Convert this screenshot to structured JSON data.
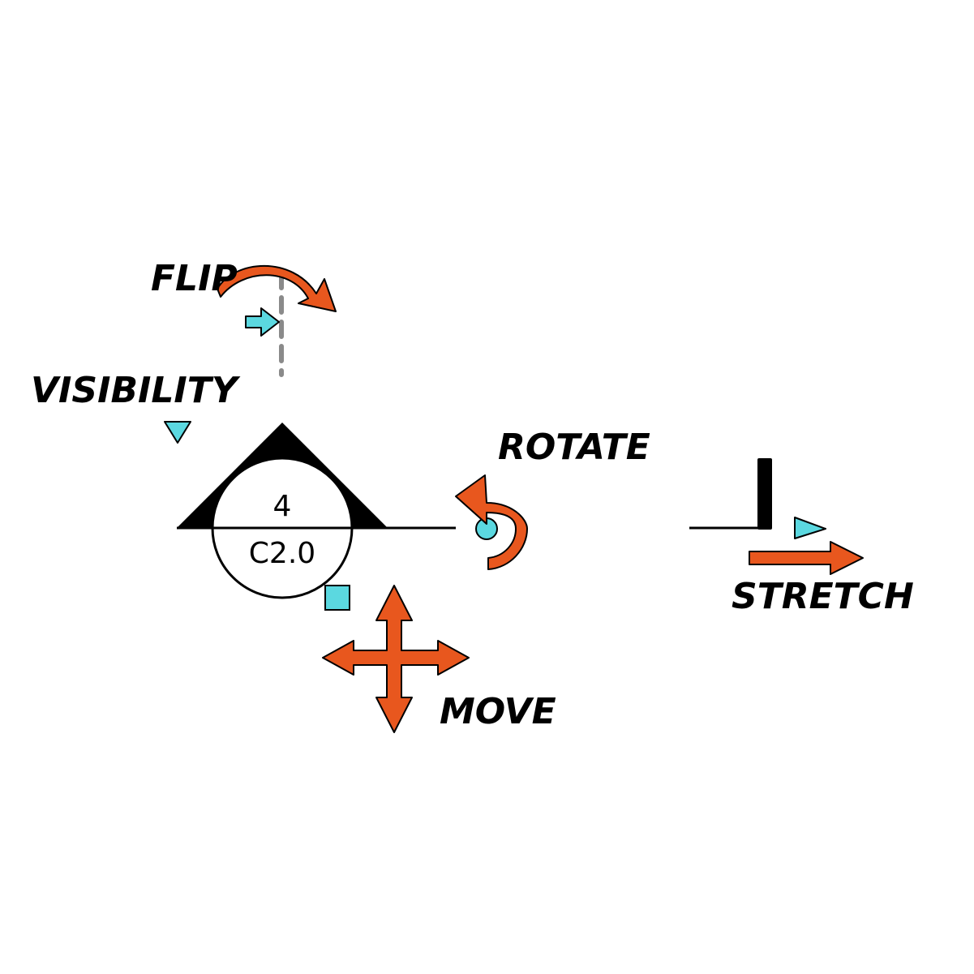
{
  "labels": {
    "flip": "FLIP",
    "visibility": "VISIBILITY",
    "rotate": "ROTATE",
    "stretch": "STRETCH",
    "move": "MOVE"
  },
  "symbol": {
    "top_text": "4",
    "bottom_text": "C2.0"
  },
  "colors": {
    "arrow_orange": "#e8571e",
    "grip_cyan": "#5bd8e0",
    "line_black": "#000000",
    "dash_gray": "#8a8a8a"
  }
}
